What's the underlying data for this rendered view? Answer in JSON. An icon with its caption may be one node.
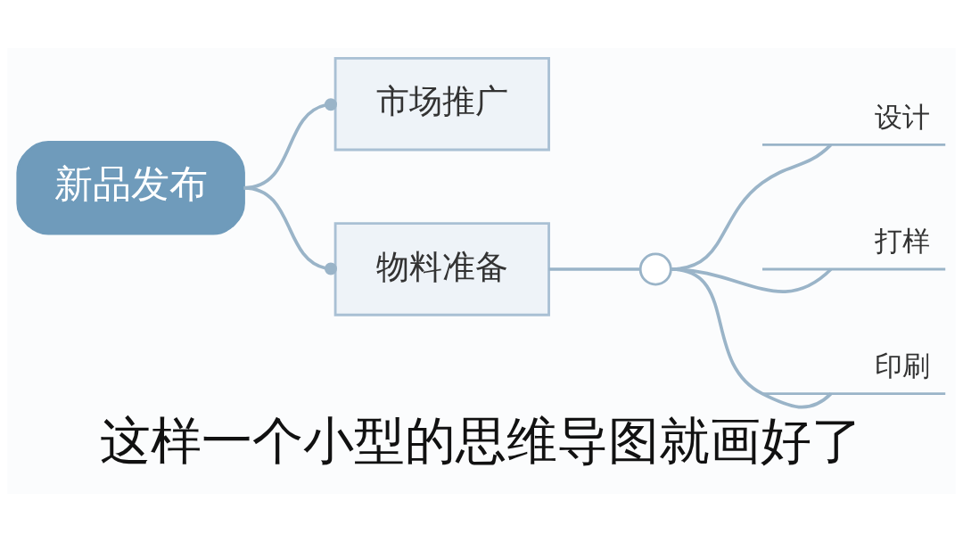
{
  "diagram": {
    "caption": "这样一个小型的思维导图就画好了",
    "nodes": [
      {
        "text": [
          "新品发布"
        ]
      },
      {
        "text": [
          "市场推广"
        ]
      },
      {
        "text": [
          "物料准备"
        ]
      },
      {
        "text": [],
        "shape": "circle"
      },
      {
        "text": [
          "设计"
        ]
      },
      {
        "text": [
          "打样"
        ]
      },
      {
        "text": [
          "印刷"
        ]
      }
    ],
    "edges": [
      {
        "from": 0,
        "to": 1,
        "arrow": "other"
      },
      {
        "from": 0,
        "to": 2,
        "arrow": "other"
      },
      {
        "from": 2,
        "to": 3,
        "arrow": "none"
      },
      {
        "from": 3,
        "to": 4,
        "arrow": "none"
      },
      {
        "from": 3,
        "to": 5,
        "arrow": "none"
      },
      {
        "from": 3,
        "to": 6,
        "arrow": "none"
      }
    ]
  }
}
